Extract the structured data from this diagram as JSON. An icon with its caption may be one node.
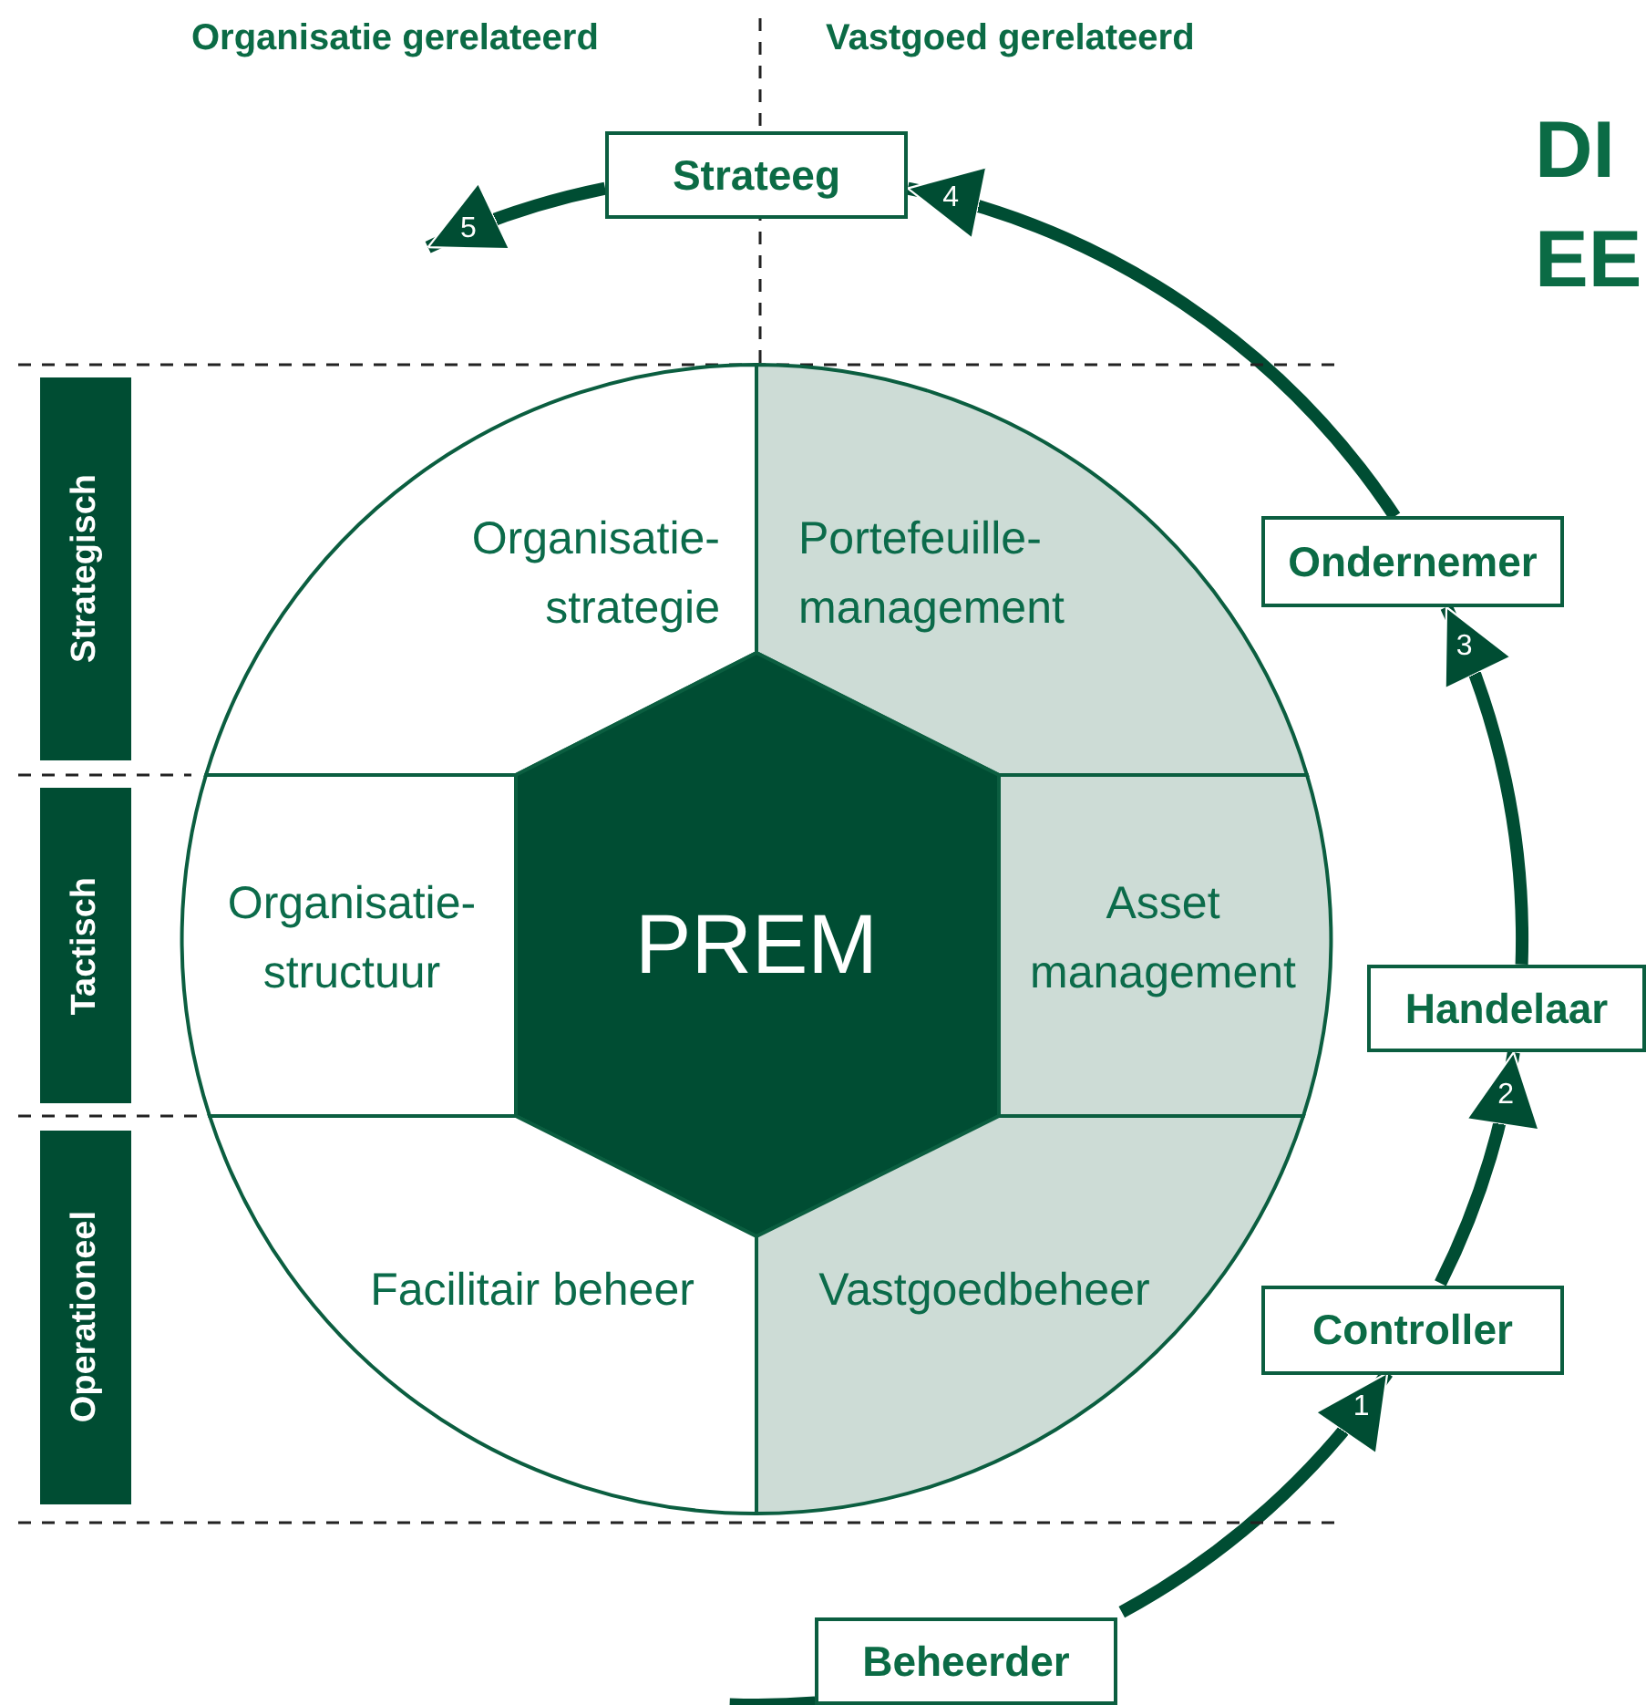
{
  "diagram": {
    "nodes": [
      {
        "text": [
          "Organisatie- strategie"
        ]
      },
      {
        "text": [
          "Portefeuille- management"
        ]
      },
      {
        "text": [
          "Organisatie- structuur"
        ]
      },
      {
        "text": [
          "PREM"
        ]
      },
      {
        "text": [
          "Asset management"
        ]
      },
      {
        "text": [
          "Facilitair beheer"
        ]
      },
      {
        "text": [
          "Vastgoedbeheer"
        ]
      },
      {
        "text": [
          "Strategisch"
        ]
      },
      {
        "text": [
          "Tactisch"
        ]
      },
      {
        "text": [
          "Operationeel"
        ]
      },
      {
        "text": [
          "Strateeg"
        ]
      },
      {
        "text": [
          "Ondernemer"
        ]
      },
      {
        "text": [
          "Handelaar"
        ]
      },
      {
        "text": [
          "Controller"
        ]
      },
      {
        "text": [
          "Beheerder"
        ]
      }
    ],
    "edges": [
      {
        "from": 14,
        "to": 13,
        "arrow": "to",
        "label": "1"
      },
      {
        "from": 13,
        "to": 12,
        "arrow": "to",
        "label": "2"
      },
      {
        "from": 12,
        "to": 11,
        "arrow": "to",
        "label": "3"
      },
      {
        "from": 11,
        "to": 10,
        "arrow": "to",
        "label": "4"
      },
      {
        "from": 10,
        "to": null,
        "arrow": "to",
        "label": "5"
      }
    ],
    "labels": [
      "Organisatie gerelateerd",
      "Vastgoed gerelateerd",
      "DI",
      "EE"
    ]
  }
}
